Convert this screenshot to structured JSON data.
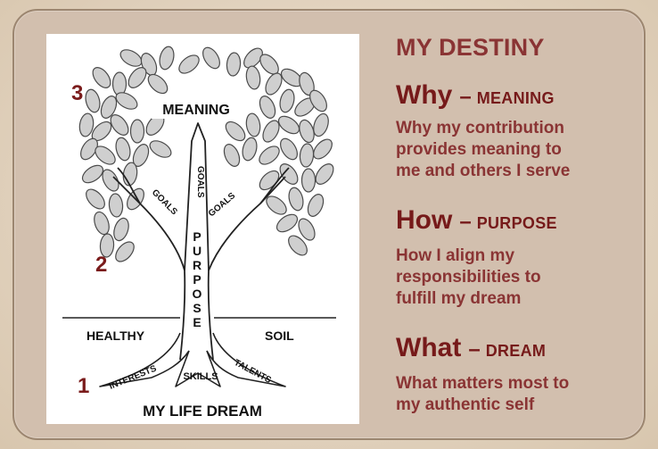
{
  "diagram": {
    "numbers": [
      "3",
      "2",
      "1"
    ],
    "meaning_label": "MEANING",
    "goals_label": "GOALS",
    "purpose_letters": [
      "P",
      "U",
      "R",
      "P",
      "O",
      "S",
      "E"
    ],
    "healthy_label": "HEALTHY",
    "soil_label": "SOIL",
    "interests_label": "INTERESTS",
    "skills_label": "SKILLS",
    "talents_label": "TALENTS",
    "bottom_title": "MY LIFE DREAM",
    "colors": {
      "number": "#7a1b1b",
      "leaf_fill": "#cfcfcf",
      "leaf_stroke": "#4a4a4a"
    }
  },
  "side": {
    "title": "MY DESTINY",
    "sections": [
      {
        "word": "Why",
        "dash": "–",
        "keyword": "MEANING",
        "lines": [
          "Why my contribution",
          "provides meaning to",
          "me and others I serve"
        ]
      },
      {
        "word": "How",
        "dash": "–",
        "keyword": "PURPOSE",
        "lines": [
          "How I align my",
          "responsibilities to",
          "fulfill my dream"
        ]
      },
      {
        "word": "What",
        "dash": "–",
        "keyword": "DREAM",
        "lines": [
          "What matters most to",
          "my authentic self"
        ]
      }
    ],
    "colors": {
      "title": "#8a3434",
      "heading": "#761a1a",
      "text": "#8a3434"
    }
  }
}
